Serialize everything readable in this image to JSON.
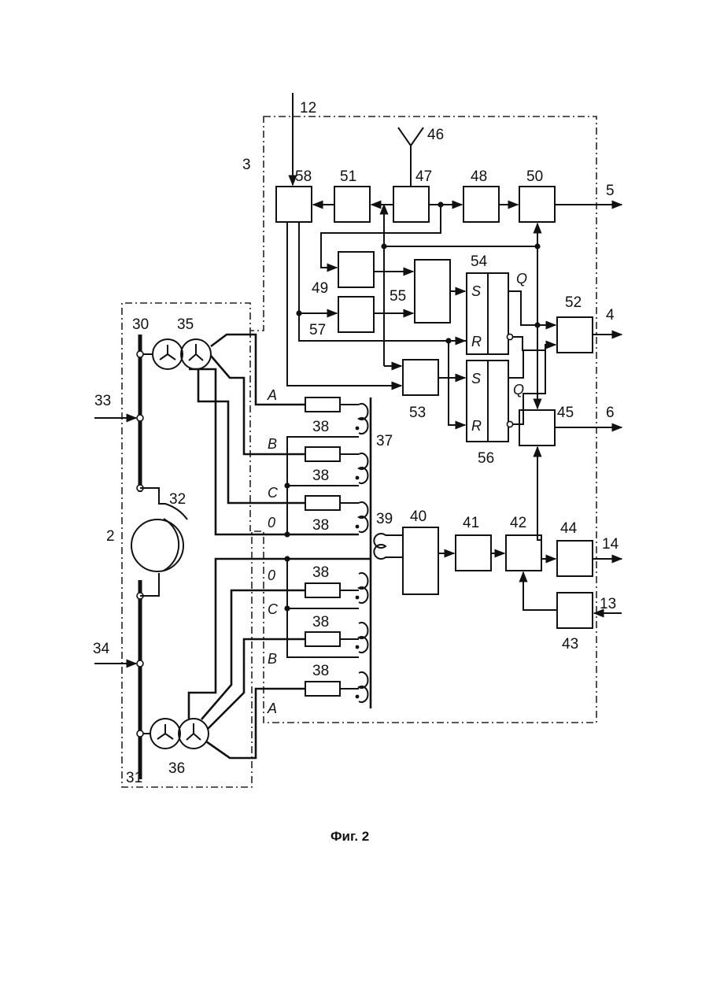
{
  "labels": {
    "l2": "2",
    "l3": "3",
    "l4": "4",
    "l5": "5",
    "l6": "6",
    "l12": "12",
    "l13": "13",
    "l14": "14",
    "l30": "30",
    "l31": "31",
    "l32": "32",
    "l33": "33",
    "l34": "34",
    "l35": "35",
    "l36": "36",
    "l37": "37",
    "l38": "38",
    "l39": "39",
    "l40": "40",
    "l41": "41",
    "l42": "42",
    "l43": "43",
    "l44": "44",
    "l45": "45",
    "l46": "46",
    "l47": "47",
    "l48": "48",
    "l49": "49",
    "l50": "50",
    "l51": "51",
    "l52": "52",
    "l53": "53",
    "l54": "54",
    "l55": "55",
    "l56": "56",
    "l57": "57",
    "l58": "58"
  },
  "phases": {
    "a": "A",
    "b": "B",
    "c": "C",
    "zero": "0"
  },
  "trigger": {
    "s": "S",
    "r": "R",
    "q": "Q"
  },
  "caption": "Фиг. 2"
}
